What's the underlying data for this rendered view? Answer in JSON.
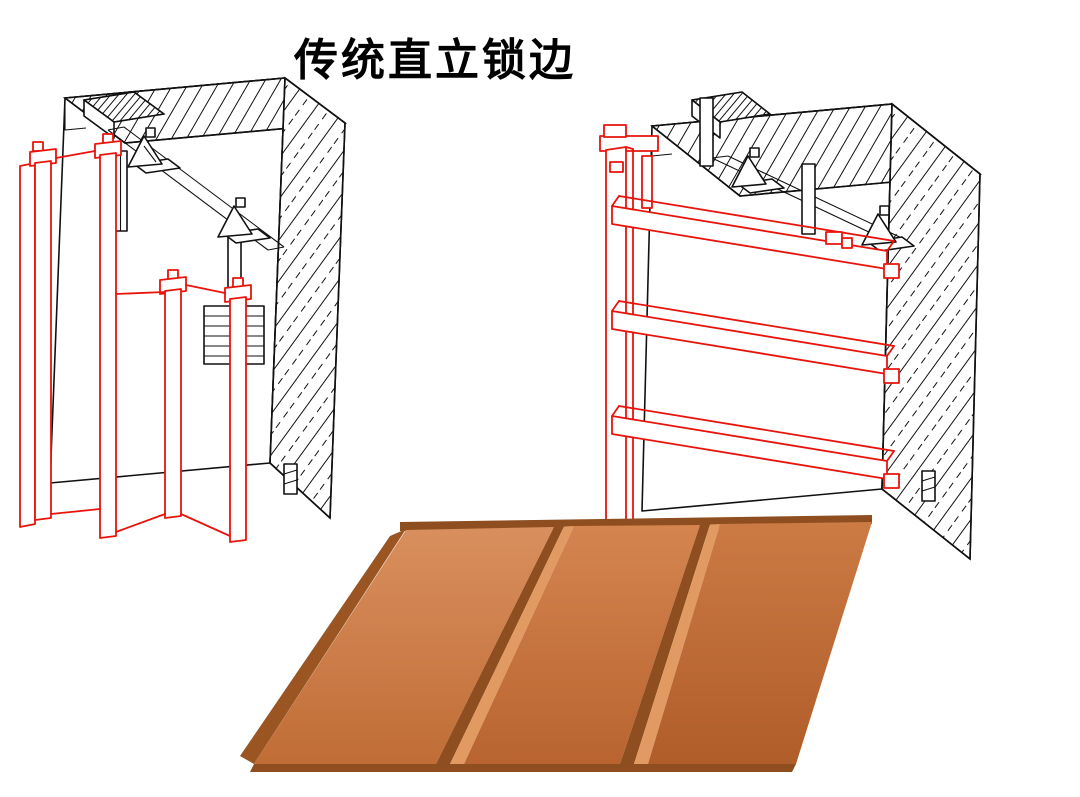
{
  "title": "传统直立锁边",
  "colors": {
    "line_black": "#111111",
    "highlight_red": "#e8140c",
    "panel_orange_light": "#d98f5e",
    "panel_orange_mid": "#c4713a",
    "panel_orange_dark": "#8f4e1f",
    "background": "#ffffff"
  },
  "figures": {
    "left_drawing": "wall-assembly-with-vertical-standing-seam-panels",
    "right_drawing": "wall-assembly-with-horizontal-rails",
    "bottom_render": "standing-seam-metal-panel"
  }
}
